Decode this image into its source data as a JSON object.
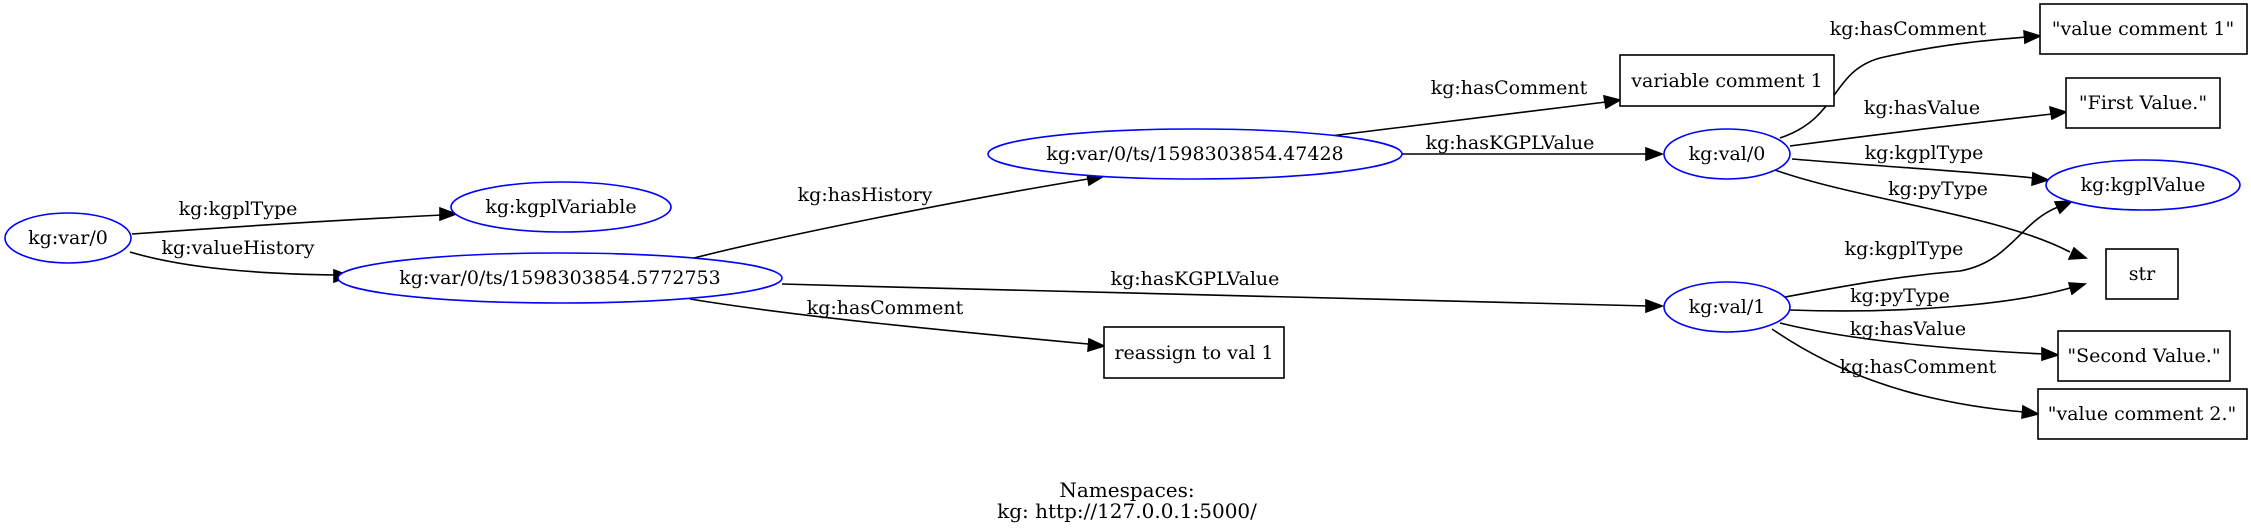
{
  "colors": {
    "uri_node_stroke": "#0000ff",
    "literal_node_stroke": "#000000",
    "edge": "#000000",
    "background": "#ffffff"
  },
  "nodes": {
    "var0": "kg:var/0",
    "kgpl_variable": "kg:kgplVariable",
    "ts_577": "kg:var/0/ts/1598303854.5772753",
    "ts_474": "kg:var/0/ts/1598303854.47428",
    "val0": "kg:val/0",
    "val1": "kg:val/1",
    "kgpl_value": "kg:kgplValue",
    "var_comment": "variable comment 1",
    "reassign": "reassign to val 1",
    "value_comment_1": "\"value comment 1\"",
    "first_value": "\"First Value.\"",
    "str": "str",
    "second_value": "\"Second Value.\"",
    "value_comment_2": "\"value comment 2.\""
  },
  "edges": {
    "var0_type": "kg:kgplType",
    "var0_history": "kg:valueHistory",
    "ts577_history": "kg:hasHistory",
    "ts577_value": "kg:hasKGPLValue",
    "ts577_comment": "kg:hasComment",
    "ts474_comment": "kg:hasComment",
    "ts474_value": "kg:hasKGPLValue",
    "val0_comment": "kg:hasComment",
    "val0_value": "kg:hasValue",
    "val0_type": "kg:kgplType",
    "val0_pytype": "kg:pyType",
    "val1_type": "kg:kgplType",
    "val1_pytype": "kg:pyType",
    "val1_value": "kg:hasValue",
    "val1_comment": "kg:hasComment"
  },
  "namespaces": {
    "title": "Namespaces:",
    "kg": "kg: http://127.0.0.1:5000/"
  }
}
